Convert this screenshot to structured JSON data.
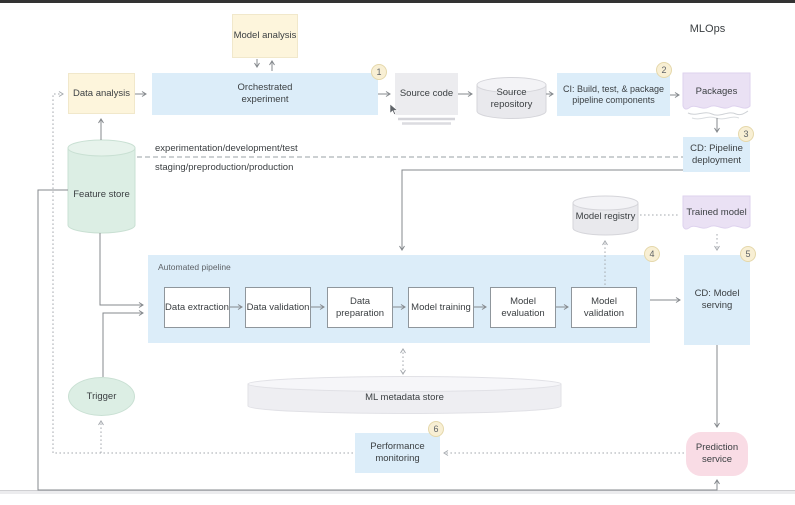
{
  "page": {
    "corner_label": "MLOps"
  },
  "separator": {
    "above_label": "experimentation/development/test",
    "below_label": "staging/preproduction/production"
  },
  "badges": [
    "1",
    "2",
    "3",
    "4",
    "5",
    "6"
  ],
  "nodes": {
    "model_analysis": {
      "label": "Model analysis"
    },
    "data_analysis": {
      "label": "Data analysis"
    },
    "orchestrated_experiment": {
      "label": "Orchestrated experiment"
    },
    "source_code": {
      "label": "Source code"
    },
    "source_repository": {
      "label": "Source repository"
    },
    "ci_build": {
      "label": "CI: Build, test, & package pipeline components"
    },
    "packages": {
      "label": "Packages"
    },
    "cd_pipeline_deployment": {
      "label": "CD: Pipeline deployment"
    },
    "feature_store": {
      "label": "Feature store"
    },
    "model_registry": {
      "label": "Model registry"
    },
    "trained_model": {
      "label": "Trained model"
    },
    "automated_pipeline": {
      "label": "Automated pipeline",
      "steps": [
        "Data extraction",
        "Data validation",
        "Data preparation",
        "Model training",
        "Model evaluation",
        "Model validation"
      ]
    },
    "cd_model_serving": {
      "label": "CD: Model serving"
    },
    "ml_metadata_store": {
      "label": "ML metadata store"
    },
    "trigger": {
      "label": "Trigger"
    },
    "performance_monitoring": {
      "label": "Performance monitoring"
    },
    "prediction_service": {
      "label": "Prediction service"
    }
  },
  "colors": {
    "accent_blue": "#dcedf9",
    "accent_yellow": "#fdf5dc",
    "accent_green": "#dceee4",
    "accent_purple": "#eae1f4",
    "accent_pink": "#f9dce5",
    "badge_fill": "#f8efd4",
    "line_gray": "#85898d"
  }
}
